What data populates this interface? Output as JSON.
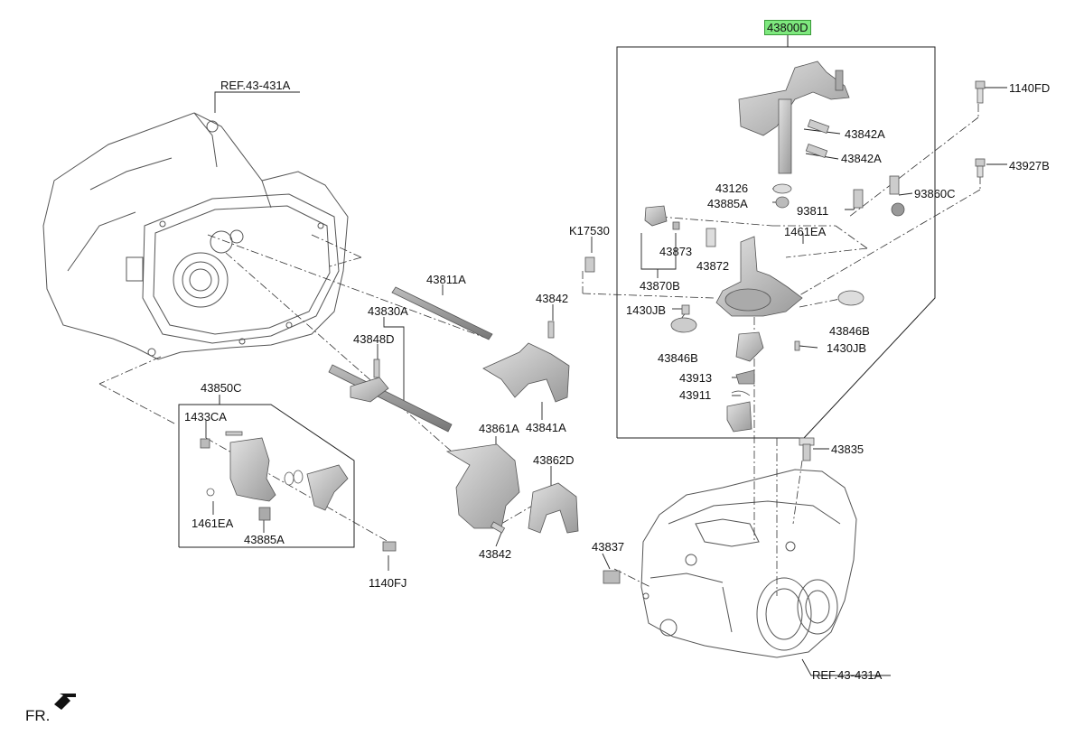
{
  "labels": {
    "l43800D": "43800D",
    "l1140FD": "1140FD",
    "l43927B": "43927B",
    "l43842A_1": "43842A",
    "l43842A_2": "43842A",
    "l43126": "43126",
    "l43885A_top": "43885A",
    "l93811": "93811",
    "l93860C": "93860C",
    "lK17530": "K17530",
    "l43873": "43873",
    "l43872": "43872",
    "l1461EA_top": "1461EA",
    "l43870B": "43870B",
    "l1430JB_left": "1430JB",
    "l43846B_right": "43846B",
    "l43846B_left": "43846B",
    "l1430JB_right": "1430JB",
    "l43913": "43913",
    "l43911": "43911",
    "l43835": "43835",
    "l43837": "43837",
    "lREF_top": "REF.43-431A",
    "lREF_bottom": "REF.43-431A",
    "l43811A": "43811A",
    "l43842_top": "43842",
    "l43830A": "43830A",
    "l43848D": "43848D",
    "l43841A": "43841A",
    "l43850C": "43850C",
    "l1433CA": "1433CA",
    "l43861A": "43861A",
    "l43862D": "43862D",
    "l1461EA_left": "1461EA",
    "l43885A_left": "43885A",
    "l43842_bottom": "43842",
    "l1140FJ": "1140FJ"
  },
  "direction_label": "FR.",
  "colors": {
    "highlight": "#7ee87e",
    "line": "#222222",
    "part_fill": "#c9c9c9",
    "part_dark": "#8e8e8e",
    "case_stroke": "#555555"
  }
}
